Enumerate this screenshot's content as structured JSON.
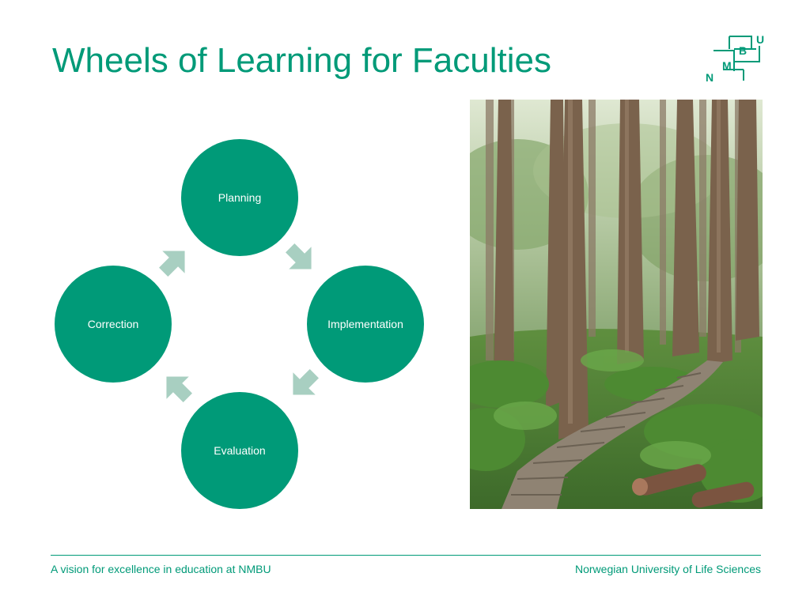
{
  "slide": {
    "title": "Wheels of Learning for Faculties"
  },
  "logo": {
    "letters": [
      "N",
      "M",
      "B",
      "U"
    ],
    "icon": "nmbu-logo-icon"
  },
  "cycle": {
    "stages": [
      "Planning",
      "Implementation",
      "Evaluation",
      "Correction"
    ],
    "arrow_icon": "cycle-arrow-icon"
  },
  "image": {
    "icon": "forest-boardwalk-photo"
  },
  "footer": {
    "left_text": "A vision for excellence in education at NMBU",
    "right_text": "Norwegian University of Life Sciences"
  },
  "colors": {
    "accent": "#009a78",
    "arrow": "#a8cfc1",
    "background": "#ffffff"
  }
}
